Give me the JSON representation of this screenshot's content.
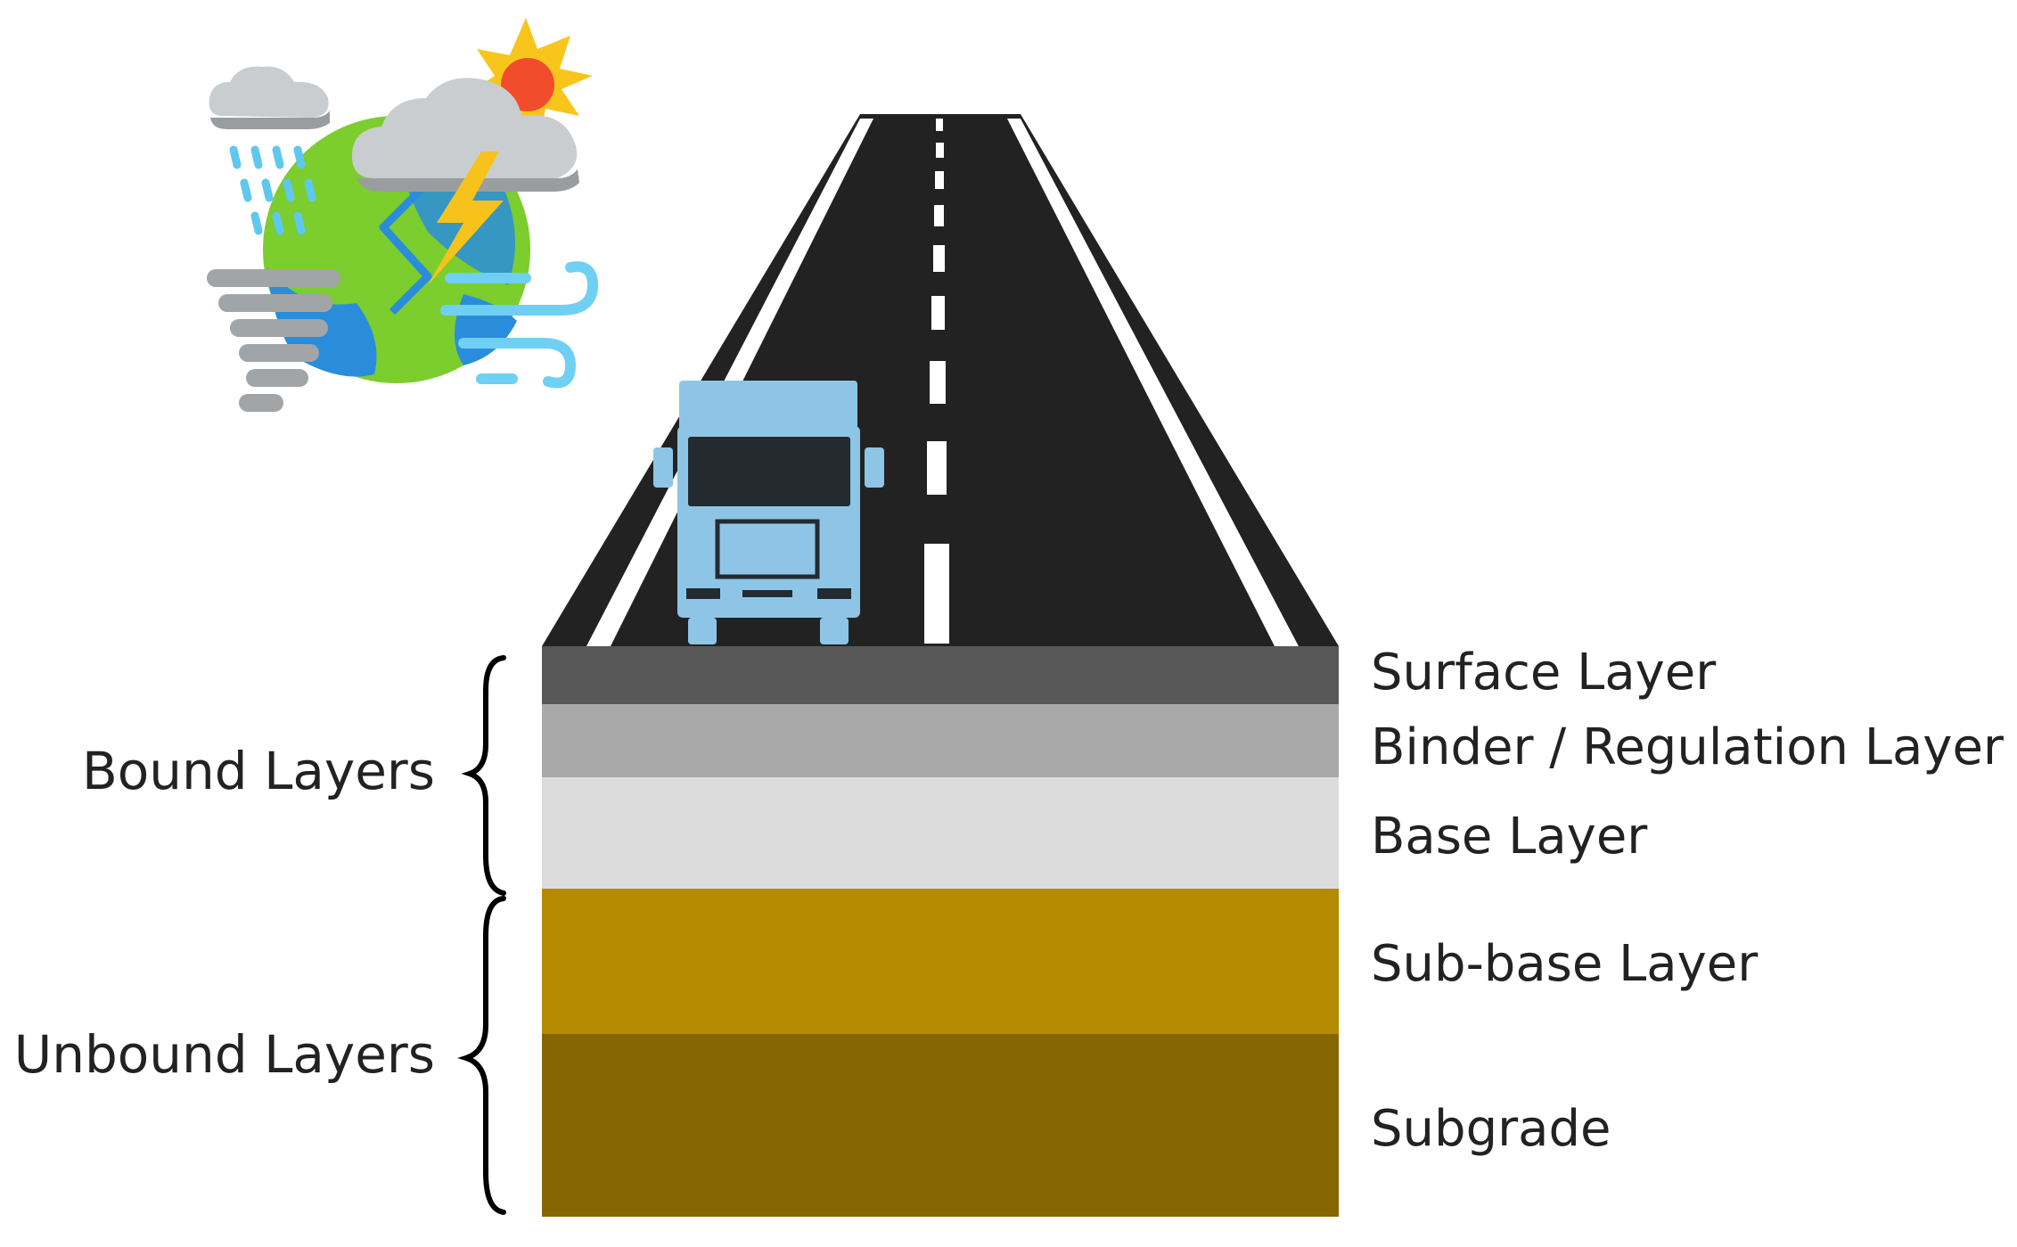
{
  "layers": [
    {
      "id": "surface",
      "label": "Surface Layer",
      "color": "#575757"
    },
    {
      "id": "binder",
      "label": "Binder / Regulation Layer",
      "color": "#a9a9a9"
    },
    {
      "id": "base",
      "label": "Base Layer",
      "color": "#dcdcdc"
    },
    {
      "id": "subbase",
      "label": "Sub-base Layer",
      "color": "#b38a00"
    },
    {
      "id": "subgrade",
      "label": "Subgrade",
      "color": "#866600"
    }
  ],
  "groups": [
    {
      "id": "bound",
      "label": "Bound Layers"
    },
    {
      "id": "unbound",
      "label": "Unbound Layers"
    }
  ],
  "colors": {
    "road": "#222222",
    "road_marking": "#ffffff",
    "truck": "#8ec5e6",
    "truck_dark": "#232a30",
    "globe_green": "#7ccd2e",
    "globe_blue": "#2a8ddc",
    "cloud": "#b9bcbd",
    "sun": "#f14c2c",
    "lightning": "#f7c21b",
    "rain": "#5ec8ef",
    "wind": "#6fd0f4"
  },
  "icons": [
    "climate-weather-icon",
    "truck-icon"
  ]
}
